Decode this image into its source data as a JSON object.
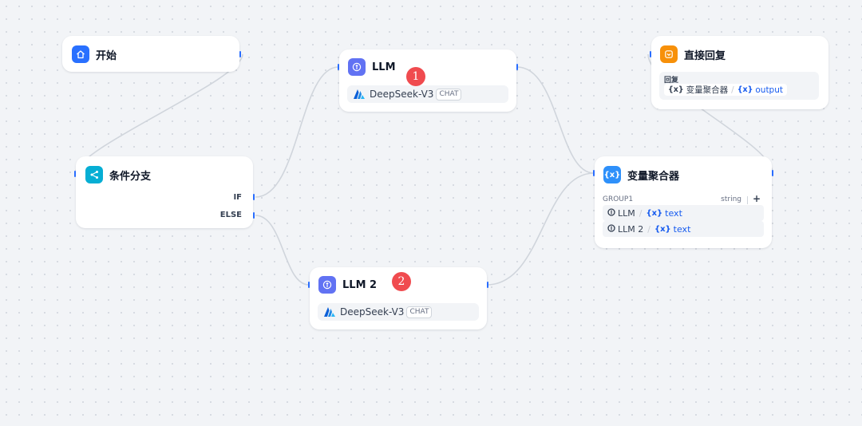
{
  "nodes": {
    "start": {
      "title": "开始",
      "icon": "home-icon",
      "color": "#2970ff"
    },
    "condition": {
      "title": "条件分支",
      "icon": "branch-icon",
      "color": "#06aed4",
      "cases": [
        "IF",
        "ELSE"
      ]
    },
    "llm1": {
      "title": "LLM",
      "icon": "llm-icon",
      "color": "#6172f3",
      "model": "DeepSeek-V3",
      "mode": "CHAT",
      "badge": "1"
    },
    "llm2": {
      "title": "LLM 2",
      "icon": "llm-icon",
      "color": "#6172f3",
      "model": "DeepSeek-V3",
      "mode": "CHAT",
      "badge": "2"
    },
    "aggregator": {
      "title": "变量聚合器",
      "icon": "variable-icon",
      "color": "#2e90fa",
      "group_name": "GROUP1",
      "group_type": "string",
      "add_symbol": "+",
      "vars": [
        {
          "source": "LLM",
          "x": "{x}",
          "name": "text"
        },
        {
          "source": "LLM 2",
          "x": "{x}",
          "name": "text"
        }
      ]
    },
    "answer": {
      "title": "直接回复",
      "icon": "answer-icon",
      "color": "#f79009",
      "field_label": "回复",
      "var": {
        "x": "{x}",
        "source": "变量聚合器",
        "x2": "{x}",
        "name": "output"
      }
    }
  },
  "colors": {
    "handle": "#296dff",
    "edge": "#d0d5dc",
    "badge": "#f04b4f"
  }
}
